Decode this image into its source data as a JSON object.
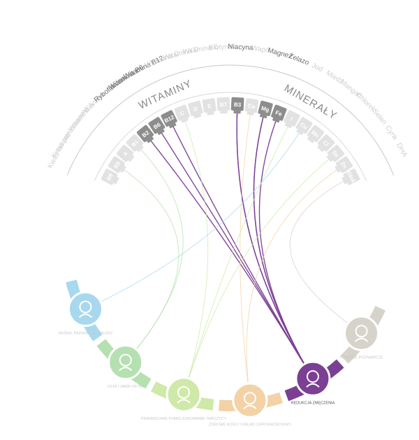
{
  "groups": {
    "vitamins_title": "WITAMINY",
    "minerals_title": "MINERAŁY"
  },
  "nutrients": [
    {
      "code": "B9",
      "label": "Kwas foliowy",
      "active": false
    },
    {
      "code": "B5",
      "label": "Kwas pantotenowy",
      "active": false
    },
    {
      "code": "A",
      "label": "Witamina A",
      "active": false
    },
    {
      "code": "B1",
      "label": "Tiamina",
      "active": false
    },
    {
      "code": "B2",
      "label": "Ryboflawina",
      "active": true
    },
    {
      "code": "B6",
      "label": "Witamina B6",
      "active": true
    },
    {
      "code": "B12",
      "label": "Witamina B12",
      "active": true
    },
    {
      "code": "C",
      "label": "Witamina C",
      "active": false
    },
    {
      "code": "D",
      "label": "Witamina D",
      "active": false
    },
    {
      "code": "E",
      "label": "Witamina E",
      "active": false
    },
    {
      "code": "B7",
      "label": "Biotyna",
      "active": false
    },
    {
      "code": "B3",
      "label": "Niacyna",
      "active": true
    },
    {
      "code": "Ca",
      "label": "Wapń",
      "active": false
    },
    {
      "code": "Mg",
      "label": "Magnez",
      "active": true
    },
    {
      "code": "Fe",
      "label": "Żelazo",
      "active": true
    },
    {
      "code": "I",
      "label": "Jod",
      "active": false
    },
    {
      "code": "Cu",
      "label": "Miedź",
      "active": false
    },
    {
      "code": "Mn",
      "label": "Mangan",
      "active": false
    },
    {
      "code": "Cl",
      "label": "Chlorek",
      "active": false
    },
    {
      "code": "Se",
      "label": "Selen",
      "active": false
    },
    {
      "code": "Zn",
      "label": "Cynk",
      "active": false
    },
    {
      "code": "DHA",
      "label": "DHA",
      "active": false
    }
  ],
  "functions": [
    {
      "key": "skin",
      "label": "SKÓRA, PAZNOKCIE I WŁOSY",
      "color": "#a8d8ee",
      "icon": "face-icon"
    },
    {
      "key": "mouth",
      "label": "USTA I JAMA USTNA",
      "color": "#b5e0b0",
      "icon": "lips-icon"
    },
    {
      "key": "energy",
      "label": "PRAWIDŁOWE FUNKCJONOWANIE TARCZYCY",
      "color": "#cfe9a8",
      "icon": "thyroid-icon"
    },
    {
      "key": "immune",
      "label": "ZDROWE KOŚCI I UKŁAD ODPORNOŚCIOWY",
      "color": "#f3d2a6",
      "icon": "throat-icon"
    },
    {
      "key": "fatigue",
      "label": "REDUKCJA ZMĘCZENIA",
      "color": "#7b3f93",
      "icon": "tired-person-icon",
      "active": true
    },
    {
      "key": "brain",
      "label": "FUNKCJE POZNAWCZE",
      "color": "#d6d3ca",
      "icon": "brain-icon"
    }
  ],
  "links": [
    {
      "from": "B2",
      "to": "fatigue"
    },
    {
      "from": "B6",
      "to": "fatigue"
    },
    {
      "from": "B12",
      "to": "fatigue"
    },
    {
      "from": "B3",
      "to": "fatigue"
    },
    {
      "from": "Mg",
      "to": "fatigue"
    },
    {
      "from": "Fe",
      "to": "fatigue"
    },
    {
      "from": "B3",
      "to": "fatigue"
    },
    {
      "from": "Mg",
      "to": "fatigue"
    },
    {
      "from": "B1",
      "to": "mouth"
    },
    {
      "from": "B5",
      "to": "mouth"
    },
    {
      "from": "C",
      "to": "energy"
    },
    {
      "from": "Cu",
      "to": "skin"
    },
    {
      "from": "Ca",
      "to": "immune"
    },
    {
      "from": "Zn",
      "to": "immune"
    },
    {
      "from": "Se",
      "to": "energy"
    },
    {
      "from": "I",
      "to": "energy"
    },
    {
      "from": "DHA",
      "to": "brain"
    }
  ]
}
